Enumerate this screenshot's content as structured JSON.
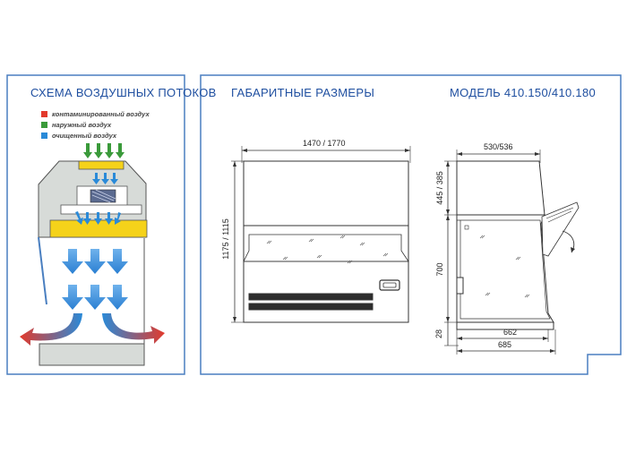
{
  "left_panel": {
    "title": "СХЕМА ВОЗДУШНЫХ ПОТОКОВ",
    "legend": [
      {
        "label": "контаминированный воздух",
        "color": "#e23a2c"
      },
      {
        "label": "наружный воздух",
        "color": "#3a9a3a"
      },
      {
        "label": "очищенный воздух",
        "color": "#2a8ad8"
      }
    ]
  },
  "right_panel": {
    "title": "ГАБАРИТНЫЕ  РАЗМЕРЫ",
    "model": "МОДЕЛЬ 410.150/410.180"
  },
  "front_view": {
    "width_label": "1470 / 1770",
    "height_label": "1175 / 1115"
  },
  "side_view": {
    "top_label": "530/536",
    "upper_label": "445 / 385",
    "middle_label": "700",
    "base_label": "28",
    "inner_width_label": "662",
    "outer_width_label": "685"
  },
  "colors": {
    "frame": "#4a7fc0",
    "title": "#1f4fa0",
    "cabinet": "#d7dbd8",
    "filter": "#f5d21a"
  }
}
